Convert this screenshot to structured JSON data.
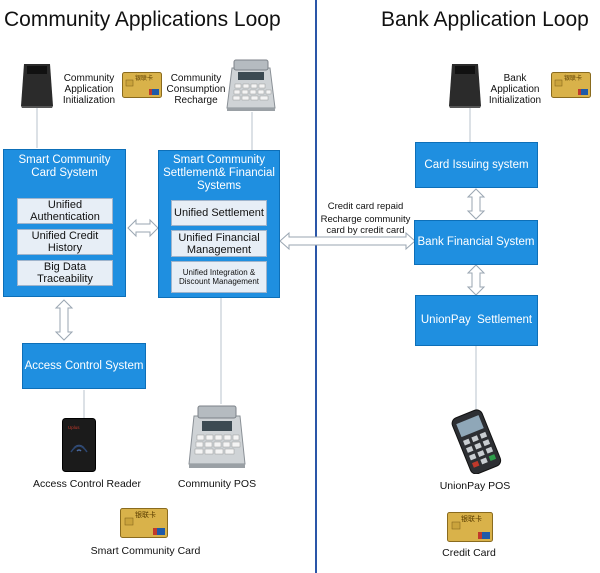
{
  "titles": {
    "community": "Community Applications Loop",
    "bank": "Bank Application Loop"
  },
  "device_labels": {
    "community_init": "Community Application Initialization",
    "community_recharge": "Community Consumption Recharge",
    "bank_init": "Bank Application Initialization"
  },
  "boxes": {
    "smart_card_system": {
      "title": "Smart Community Card System",
      "items": [
        "Unified Authentication",
        "Unified Credit History",
        "Big Data Traceability"
      ]
    },
    "settlement_system": {
      "title": "Smart Community Settlement& Financial Systems",
      "items": [
        "Unified Settlement",
        "Unified Financial Management",
        "Unified Integration & Discount Management"
      ]
    },
    "access_control": "Access Control System",
    "card_issuing": "Card Issuing system",
    "bank_financial": "Bank Financial System",
    "unionpay_settlement": "UnionPay  Settlement"
  },
  "arrow_labels": {
    "line1": "Credit card repaid",
    "line2": "Recharge community card by credit card"
  },
  "bottom_labels": {
    "access_reader": "Access Control Reader",
    "community_pos": "Community POS",
    "smart_card": "Smart Community Card",
    "unionpay_pos": "UnionPay POS",
    "credit_card": "Credit Card"
  },
  "reader_brand": "Uplus",
  "card_text": "银联卡",
  "colors": {
    "box_fill": "#1f8fe0",
    "sub_fill": "#e7eef6",
    "divider": "#2a56a8",
    "card_gold": "#d9b24a"
  }
}
